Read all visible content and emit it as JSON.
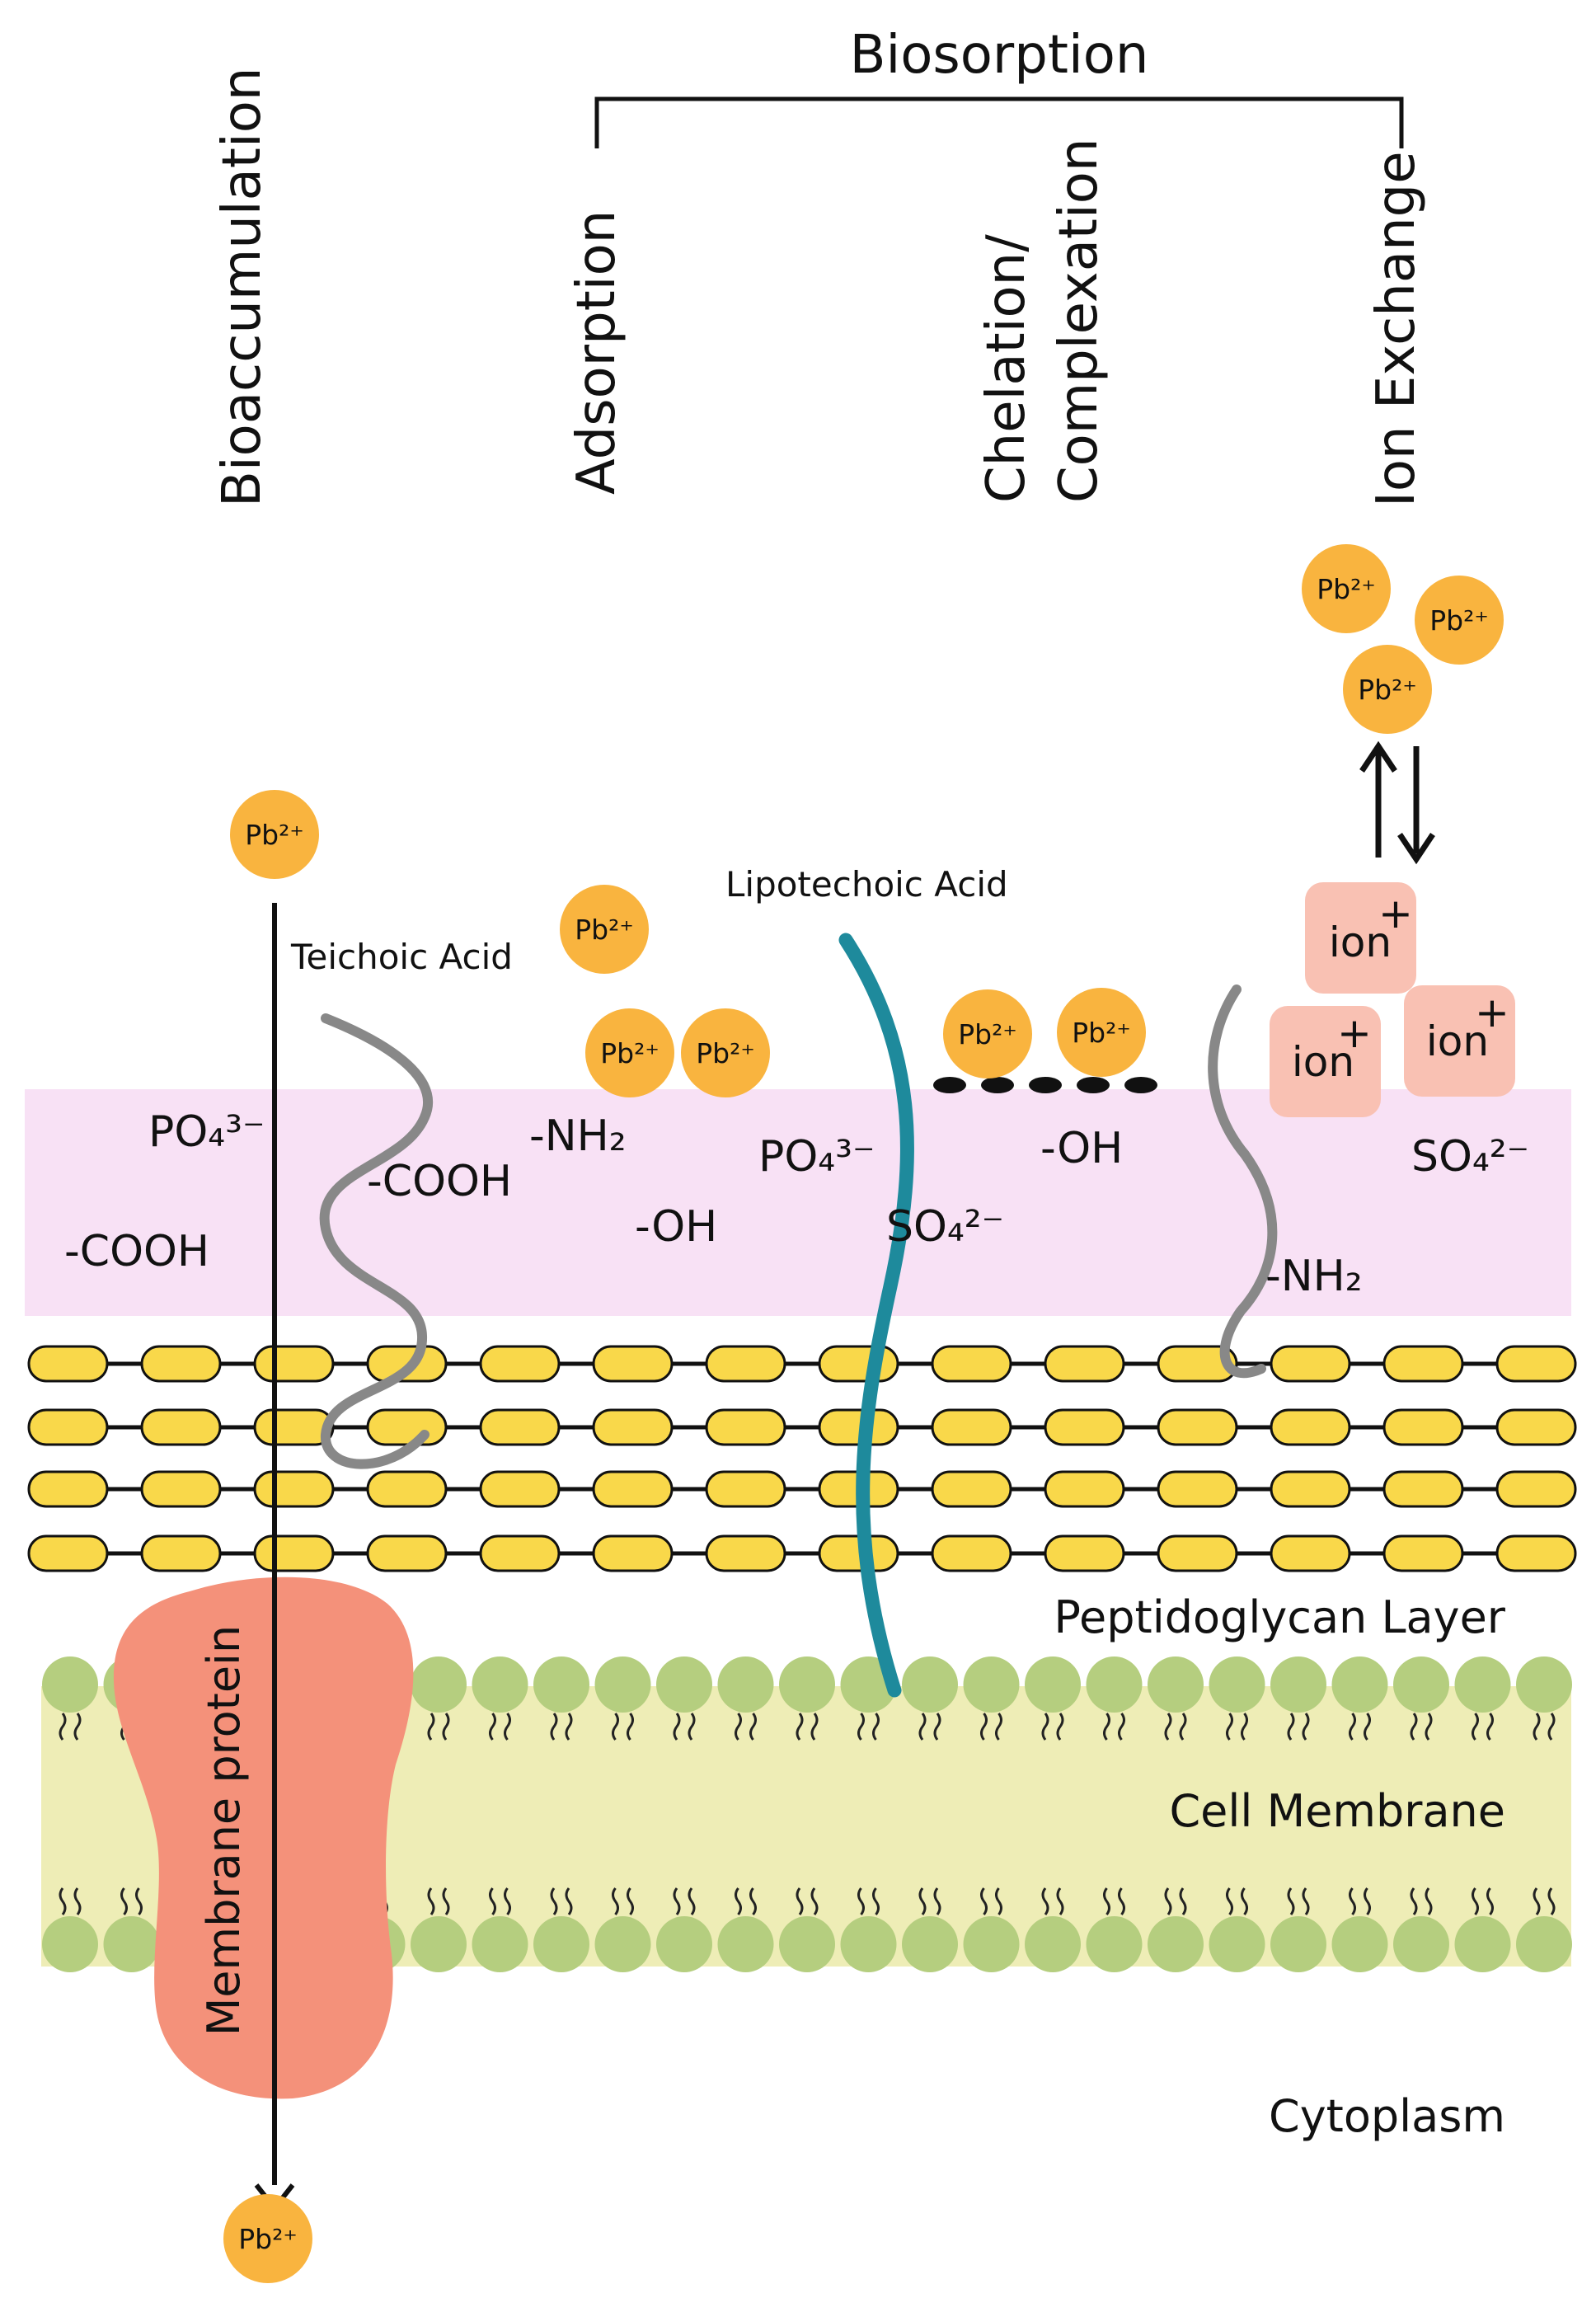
{
  "headers": {
    "biosorption": "Biosorption",
    "bioaccumulation": "Bioaccumulation",
    "adsorption": "Adsorption",
    "chelation_line1": "Chelation/",
    "chelation_line2": "Complexation",
    "ion_exchange": "Ion Exchange"
  },
  "labels": {
    "teichoic_acid": "Teichoic Acid",
    "lipoteichoic_acid": "Lipotechoic Acid",
    "peptidoglycan_layer": "Peptidoglycan Layer",
    "cell_membrane": "Cell Membrane",
    "cytoplasm": "Cytoplasm",
    "membrane_protein": "Membrane protein"
  },
  "ion_label": "Pb²⁺",
  "exchange_ion_label": "ion",
  "plus_sign": "+",
  "functional_groups": {
    "po4_left": "PO₄³⁻",
    "cooh_left": "-COOH",
    "cooh_mid": "-COOH",
    "nh2_mid": "-NH₂",
    "oh_mid": "-OH",
    "po4_mid": "PO₄³⁻",
    "so4_mid": "SO₄²⁻",
    "oh_right": "-OH",
    "so4_right": "SO₄²⁻",
    "nh2_right": "-NH₂"
  },
  "colors": {
    "lead_ion": "#F9B43F",
    "outer_layer": "#F8E1F5",
    "peptidoglycan_unit": "#F9D84A",
    "membrane_band": "#EEEDB6",
    "phospholipid_head": "#B5CE7F",
    "membrane_protein": "#F4917A",
    "lipoteichoic_acid": "#1E8A9C",
    "teichoic_acid": "#888888",
    "exchange_ion": "#F9C1B3"
  }
}
